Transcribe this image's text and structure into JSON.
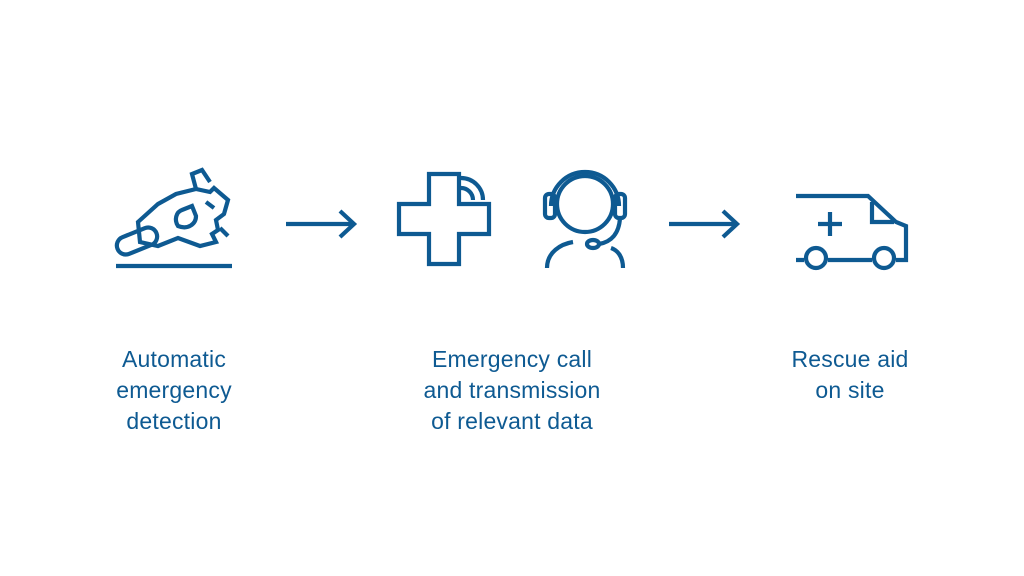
{
  "colors": {
    "accent": "#0e5a92",
    "background": "#ffffff"
  },
  "steps": [
    {
      "icons": [
        "crash-detection-icon"
      ],
      "caption_lines": [
        "Automatic",
        "emergency",
        "detection"
      ]
    },
    {
      "icons": [
        "medical-cross-signal-icon",
        "call-center-headset-icon"
      ],
      "caption_lines": [
        "Emergency call",
        "and transmission",
        "of relevant data"
      ]
    },
    {
      "icons": [
        "ambulance-icon"
      ],
      "caption_lines": [
        "Rescue aid",
        "on site"
      ]
    }
  ],
  "connectors": [
    "arrow-right-icon",
    "arrow-right-icon"
  ]
}
